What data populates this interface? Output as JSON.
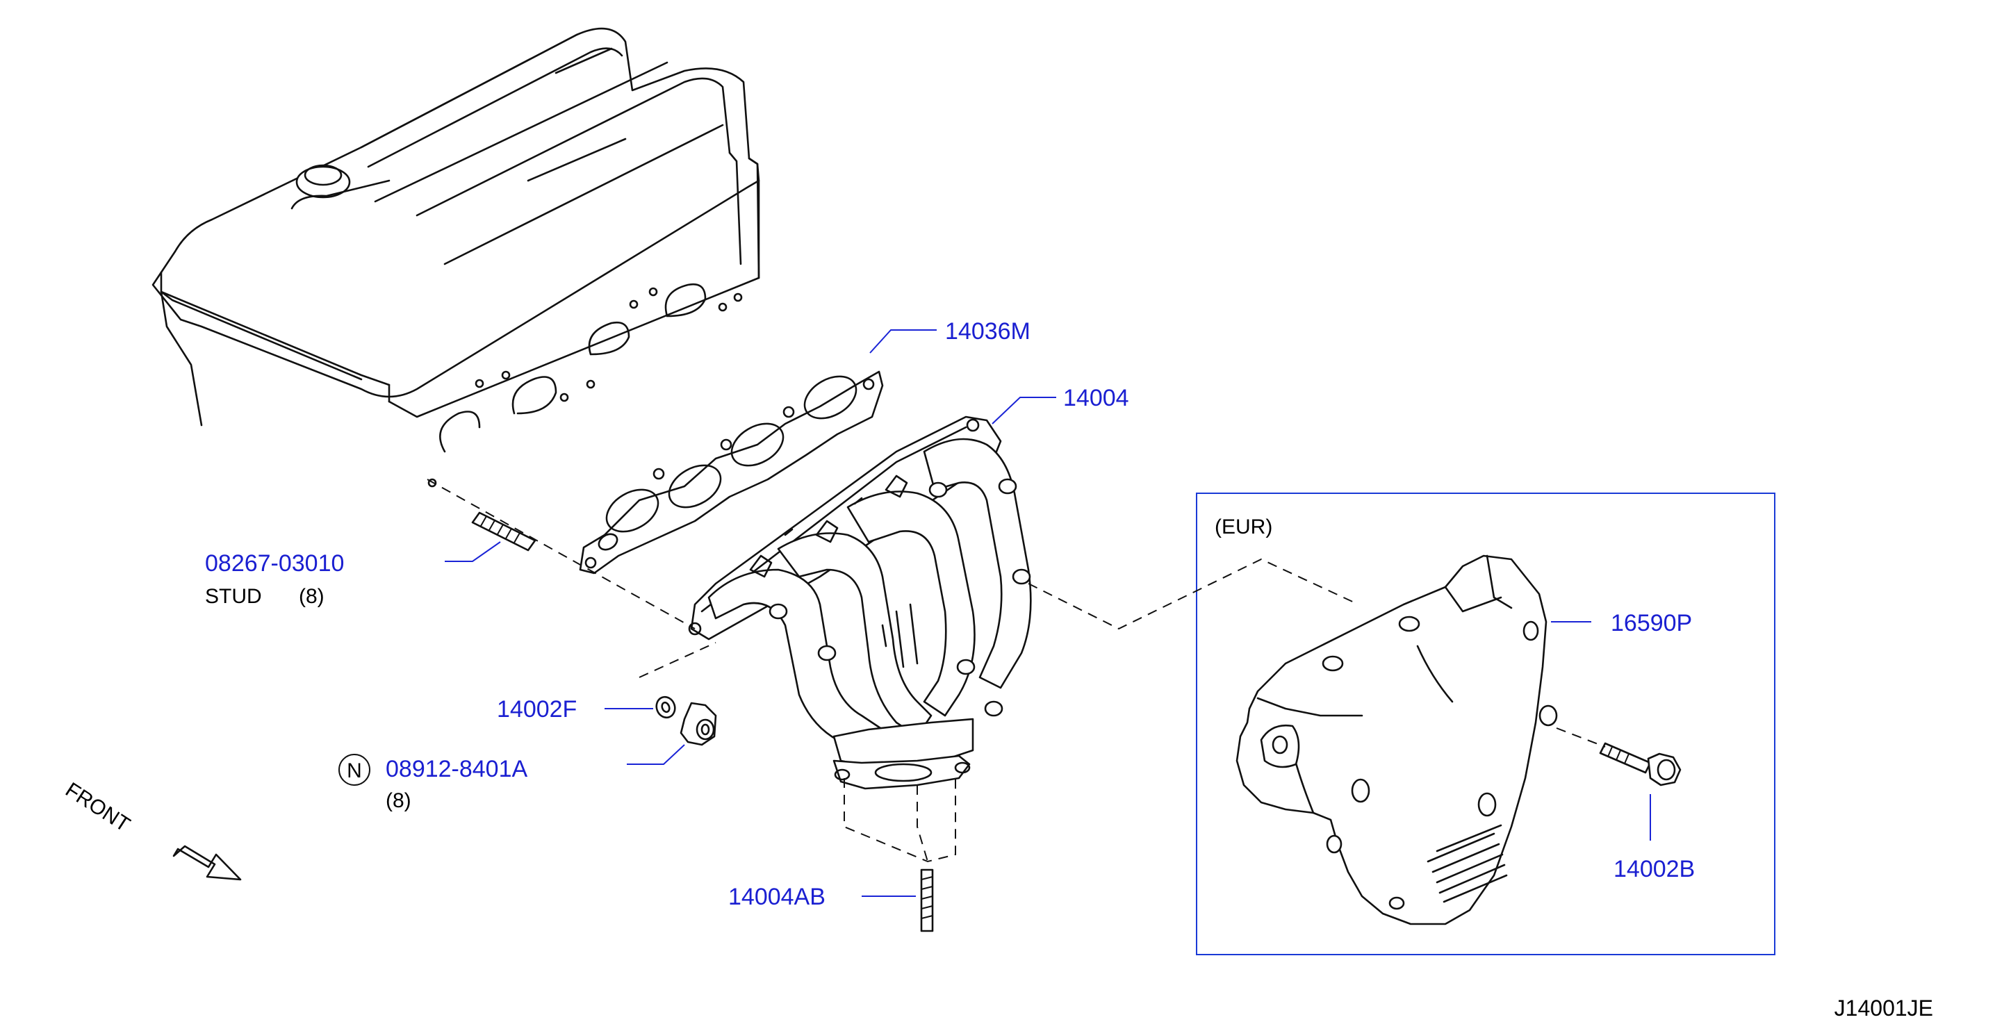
{
  "colors": {
    "callout": "#1a1fd1",
    "line": "#111111",
    "background": "#ffffff"
  },
  "parts": {
    "gasket": {
      "code": "14036M"
    },
    "manifold": {
      "code": "14004"
    },
    "stud": {
      "code": "08267-03010",
      "desc": "STUD",
      "qty": "(8)"
    },
    "washer": {
      "code": "14002F"
    },
    "nut": {
      "badge": "N",
      "code": "08912-8401A",
      "qty": "(8)"
    },
    "lower_stud": {
      "code": "14004AB"
    },
    "heat_shield": {
      "code": "16590P"
    },
    "shield_bolt": {
      "code": "14002B"
    }
  },
  "variant_box": {
    "label": "(EUR)"
  },
  "front_indicator": {
    "label": "FRONT",
    "icon": "front-arrow-icon"
  },
  "figure_id": "J14001JE"
}
